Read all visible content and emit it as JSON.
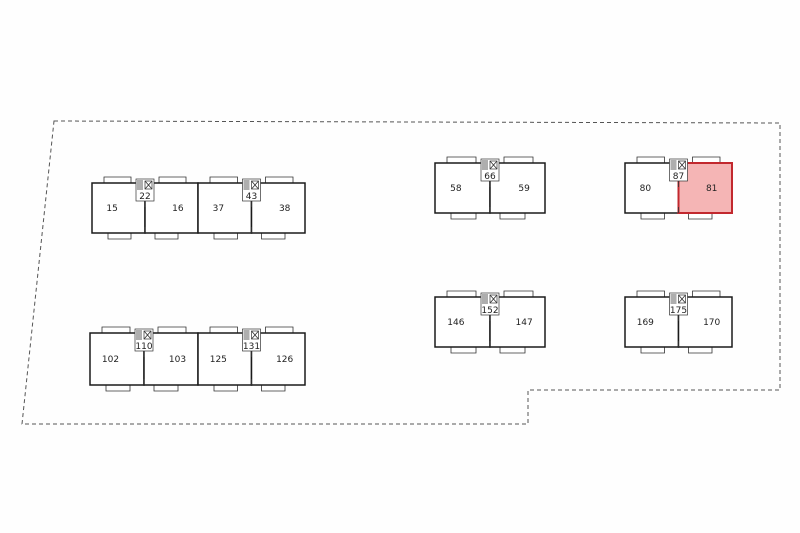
{
  "plan": {
    "highlight_color": "#f5b5b5",
    "highlight_stroke": "#c2282e",
    "highlighted_unit": "81",
    "buildings": [
      {
        "id": "b1",
        "units": [
          "15",
          "16"
        ],
        "core": "22"
      },
      {
        "id": "b2",
        "units": [
          "37",
          "38"
        ],
        "core": "43"
      },
      {
        "id": "b3",
        "units": [
          "58",
          "59"
        ],
        "core": "66"
      },
      {
        "id": "b4",
        "units": [
          "80",
          "81"
        ],
        "core": "87"
      },
      {
        "id": "b5",
        "units": [
          "102",
          "103"
        ],
        "core": "110"
      },
      {
        "id": "b6",
        "units": [
          "125",
          "126"
        ],
        "core": "131"
      },
      {
        "id": "b7",
        "units": [
          "146",
          "147"
        ],
        "core": "152"
      },
      {
        "id": "b8",
        "units": [
          "169",
          "170"
        ],
        "core": "175"
      }
    ]
  }
}
